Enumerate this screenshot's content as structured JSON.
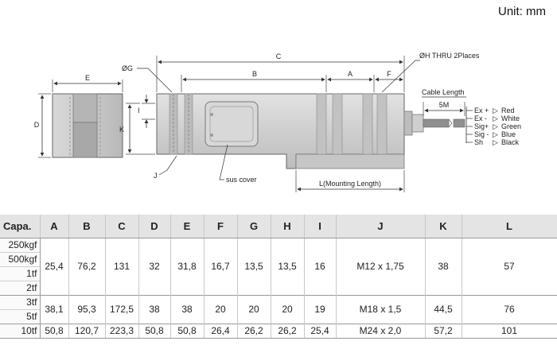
{
  "unit_label": "Unit: mm",
  "drawing": {
    "dim_C": "C",
    "dim_B": "B",
    "dim_A": "A",
    "dim_F": "F",
    "dim_E": "E",
    "dim_D": "D",
    "dim_K": "K",
    "dim_I": "I",
    "dim_J": "J",
    "dim_G": "ØG",
    "thru_holes": "ØH THRU 2Places",
    "sus_cover": "sus cover",
    "mounting_length": "L(Mounting Length)",
    "cable_length": "Cable Length",
    "cable_5m": "5M"
  },
  "wiring": [
    {
      "signal": "Ex  +",
      "color": "Red"
    },
    {
      "signal": "Ex  -",
      "color": "White"
    },
    {
      "signal": "Sig+",
      "color": "Green"
    },
    {
      "signal": "Sig -",
      "color": "Blue"
    },
    {
      "signal": "Sh",
      "color": "Black"
    }
  ],
  "table": {
    "headers": [
      "Capa.",
      "A",
      "B",
      "C",
      "D",
      "E",
      "F",
      "G",
      "H",
      "I",
      "J",
      "K",
      "L"
    ],
    "groups": [
      {
        "capacities": [
          "250kgf",
          "500kgf",
          "1tf",
          "2tf"
        ],
        "values": [
          "25,4",
          "76,2",
          "131",
          "32",
          "31,8",
          "16,7",
          "13,5",
          "13,5",
          "16",
          "M12 x 1,75",
          "38",
          "57"
        ]
      },
      {
        "capacities": [
          "3tf",
          "5tf"
        ],
        "values": [
          "38,1",
          "95,3",
          "172,5",
          "38",
          "38",
          "20",
          "20",
          "20",
          "19",
          "M18 x 1,5",
          "44,5",
          "76"
        ]
      },
      {
        "capacities": [
          "10tf"
        ],
        "values": [
          "50,8",
          "120,7",
          "223,3",
          "50,8",
          "50,8",
          "26,4",
          "26,2",
          "26,2",
          "25,4",
          "M24 x 2,0",
          "57,2",
          "101"
        ]
      }
    ]
  }
}
